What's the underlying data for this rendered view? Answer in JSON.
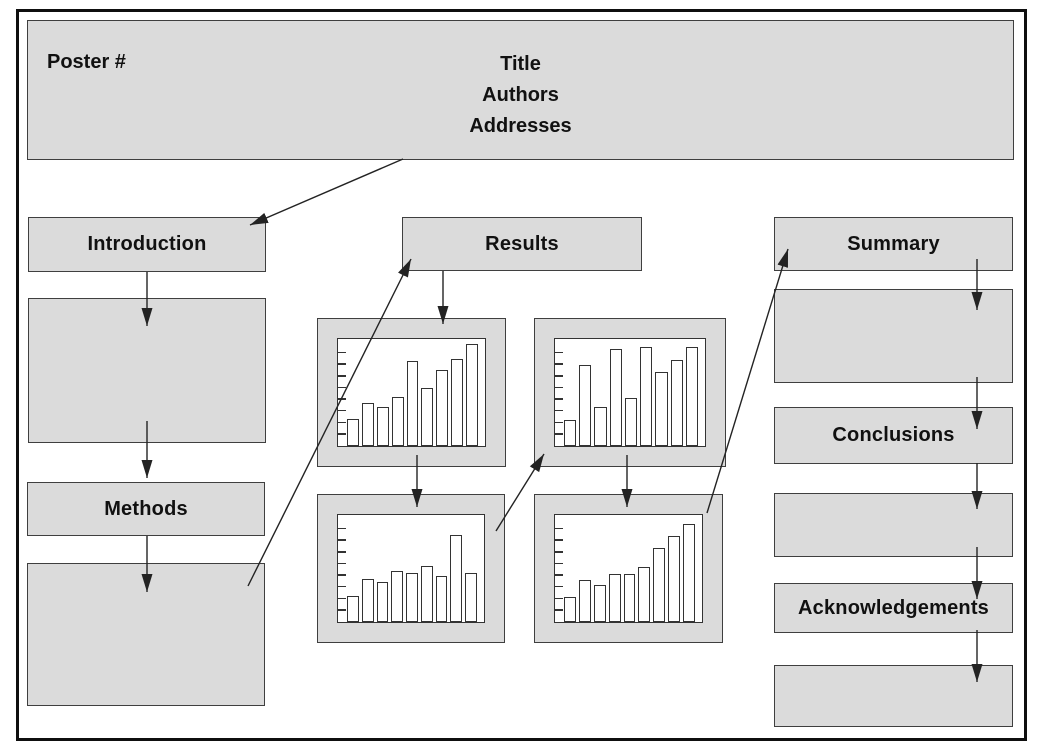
{
  "header": {
    "poster_number_label": "Poster #",
    "title_label": "Title",
    "authors_label": "Authors",
    "addresses_label": "Addresses"
  },
  "sections": {
    "introduction": "Introduction",
    "methods": "Methods",
    "results": "Results",
    "summary": "Summary",
    "conclusions": "Conclusions",
    "acknowledgements": "Acknowledgements"
  },
  "colors": {
    "box_fill": "#dbdbdb",
    "box_border": "#3f3f3f",
    "line": "#232323",
    "text": "#111111",
    "chart_background": "#ffffff"
  },
  "chart_data": [
    {
      "type": "bar",
      "position": "results-top-left",
      "values_pct": [
        25,
        40,
        36,
        46,
        79,
        54,
        71,
        81,
        95
      ],
      "y_ticks": 8,
      "title": "",
      "xlabel": "",
      "ylabel": ""
    },
    {
      "type": "bar",
      "position": "results-top-right",
      "values_pct": [
        24,
        76,
        36,
        91,
        45,
        93,
        69,
        80,
        93
      ],
      "y_ticks": 8,
      "title": "",
      "xlabel": "",
      "ylabel": ""
    },
    {
      "type": "bar",
      "position": "results-bottom-left",
      "values_pct": [
        24,
        40,
        37,
        48,
        46,
        52,
        43,
        81,
        46
      ],
      "y_ticks": 8,
      "title": "",
      "xlabel": "",
      "ylabel": ""
    },
    {
      "type": "bar",
      "position": "results-bottom-right",
      "values_pct": [
        23,
        39,
        35,
        45,
        45,
        51,
        69,
        80,
        92
      ],
      "y_ticks": 8,
      "title": "",
      "xlabel": "",
      "ylabel": ""
    }
  ]
}
